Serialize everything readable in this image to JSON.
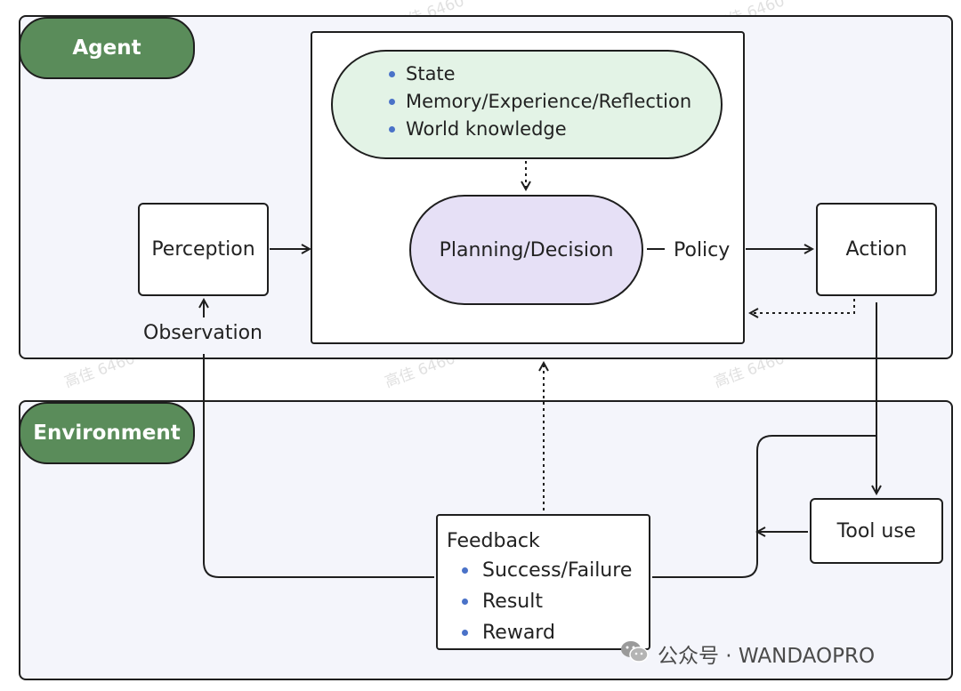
{
  "agent": {
    "tag": "Agent",
    "perception": "Perception",
    "observation": "Observation",
    "context_items": [
      "State",
      "Memory/Experience/Reflection",
      "World knowledge"
    ],
    "planning": "Planning/Decision",
    "policy": "Policy",
    "action": "Action"
  },
  "environment": {
    "tag": "Environment",
    "tool_use": "Tool use",
    "feedback_title": "Feedback",
    "feedback_items": [
      "Success/Failure",
      "Result",
      "Reward"
    ]
  },
  "footer": {
    "wechat_icon": "wechat-icon",
    "text": "公众号 · WANDAOPRO"
  },
  "watermark": "高佳 6460",
  "colors": {
    "agent_tag": "#5a8c5a",
    "context_fill": "#e3f3e6",
    "planning_fill": "#e6e0f6",
    "panel_fill": "#f4f5fb",
    "bullet": "#4a72c8"
  }
}
